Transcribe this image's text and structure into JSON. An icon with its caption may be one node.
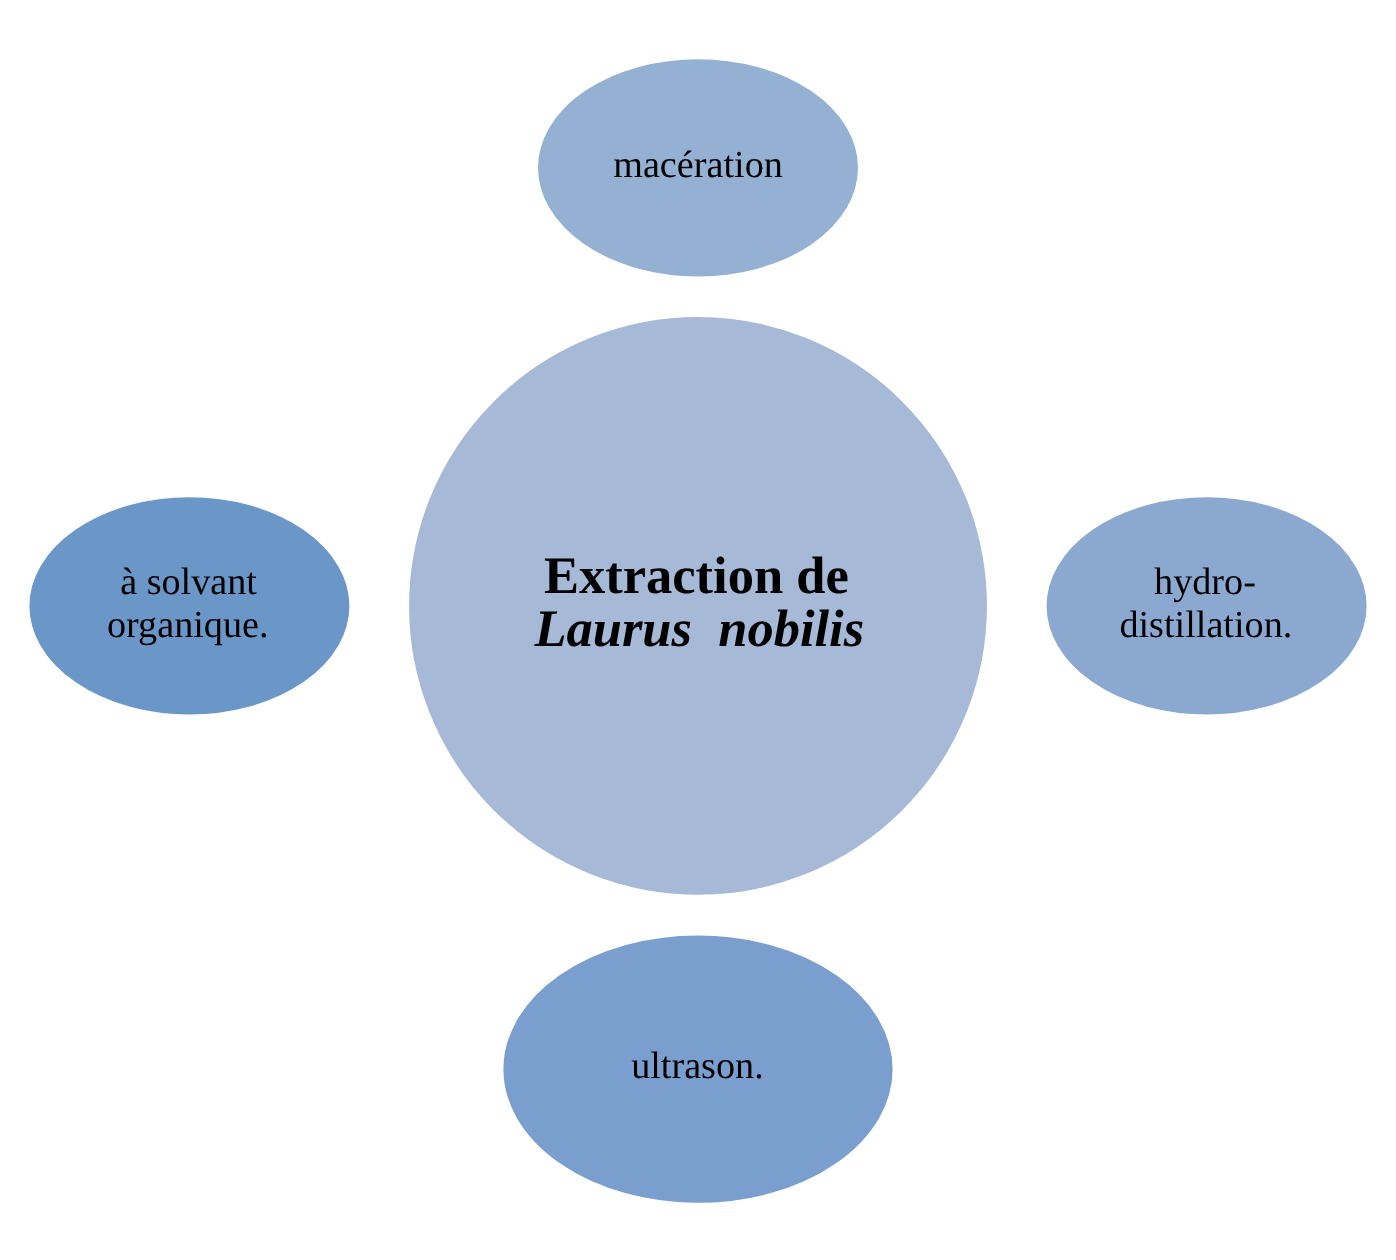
{
  "diagram": {
    "nodes": [
      {
        "text": [
          "macération"
        ]
      },
      {
        "text": [
          "à solvant organique."
        ]
      },
      {
        "text": [
          "Extraction de *Laurus  nobilis*"
        ]
      },
      {
        "text": [
          "hydro- distillation."
        ]
      },
      {
        "text": [
          "ultrason."
        ]
      }
    ],
    "edges": []
  }
}
